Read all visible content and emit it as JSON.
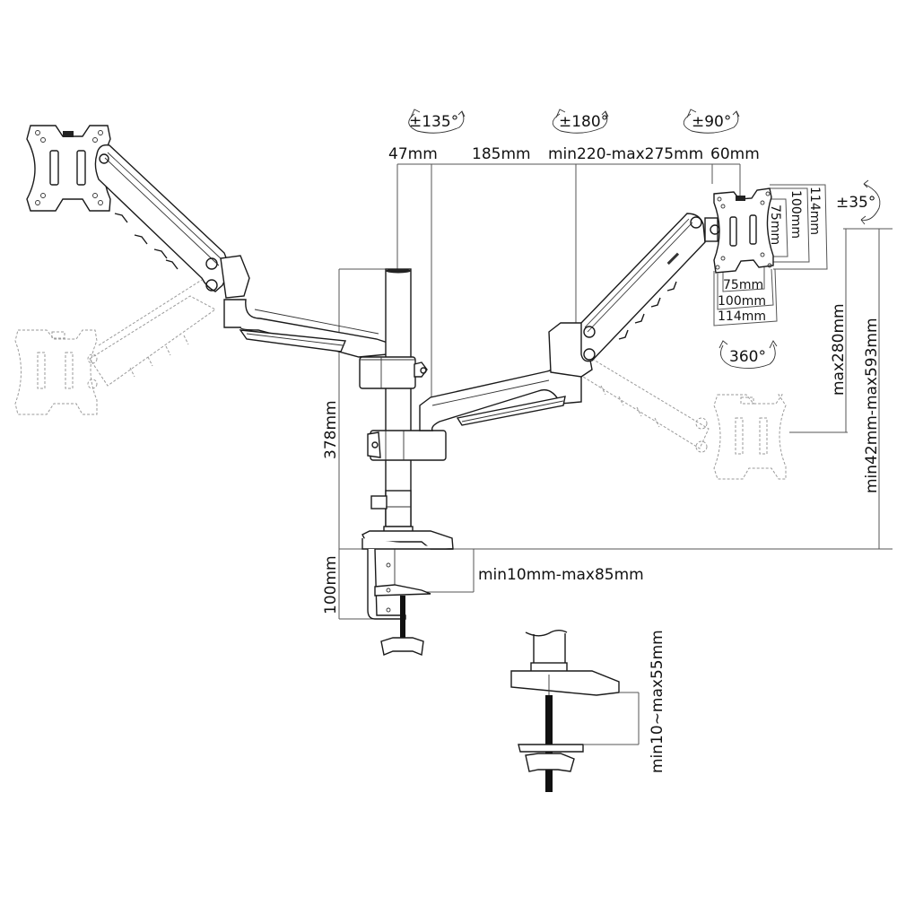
{
  "diagram": {
    "subject": "Dual monitor arm with desk clamp - dimension drawing",
    "rotation_labels": {
      "arm_base": "±135°",
      "arm_elbow": "±180°",
      "head_swivel": "±90°",
      "tilt": "±35°",
      "rotation": "360°"
    },
    "top_dimensions": {
      "pole_offset": "47mm",
      "lower_arm": "185mm",
      "upper_arm": "min220-max275mm",
      "head": "60mm"
    },
    "vesa": {
      "vertical": [
        "75mm",
        "100mm",
        "114mm"
      ],
      "horizontal": [
        "75mm",
        "100mm",
        "114mm"
      ]
    },
    "vertical_dimensions": {
      "pole_height": "378mm",
      "clamp_height": "100mm",
      "height_adjust": "max280mm",
      "total_height_range": "min42mm-max593mm"
    },
    "clamp": {
      "desk_thickness": "min10mm-max85mm",
      "grommet_thickness": "min10~max55mm"
    },
    "colors": {
      "line": "#1a1a1a",
      "ghost_line": "#9a9a9a",
      "background": "#ffffff"
    }
  }
}
